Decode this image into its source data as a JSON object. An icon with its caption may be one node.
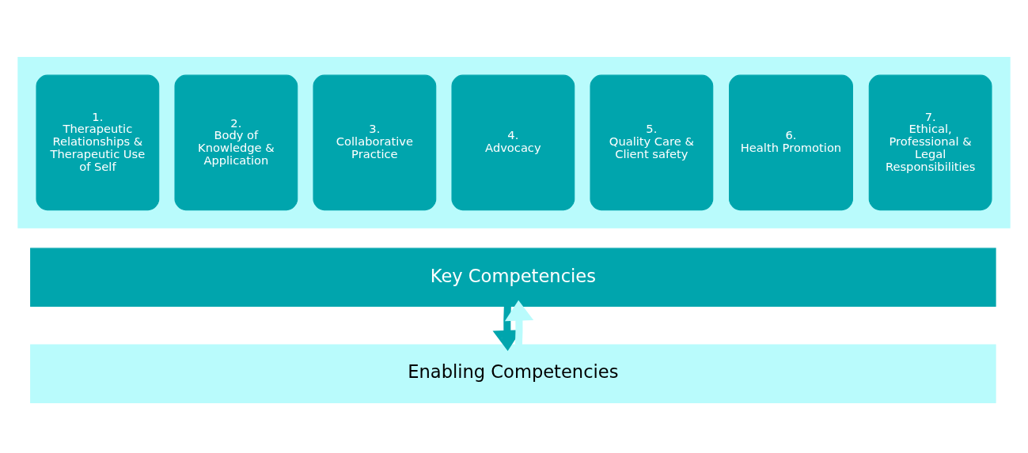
{
  "diagram": {
    "nodes": [
      {
        "text": [],
        "shape": "box"
      },
      {
        "text": [
          "1.",
          "Therapeutic Relationships & Therapeutic Use of Self"
        ],
        "in": 0
      },
      {
        "text": [
          "2.",
          "Body of Knowledge & Application"
        ],
        "in": 0
      },
      {
        "text": [
          "3.",
          "Collaborative Practice"
        ],
        "in": 0
      },
      {
        "text": [
          "4.",
          "Advocacy"
        ],
        "in": 0
      },
      {
        "text": [
          "5.",
          "Quality Care & Client safety"
        ],
        "in": 0
      },
      {
        "text": [
          "6.",
          "Health Promotion"
        ],
        "in": 0
      },
      {
        "text": [
          "7.",
          "Ethical, Professional & Legal Responsibilities"
        ],
        "in": 0
      },
      {
        "text": [
          "Key Competencies"
        ]
      },
      {
        "text": [
          "Enabling Competencies"
        ]
      }
    ],
    "edges": [
      {
        "from": 8,
        "to": 9,
        "arrow": "to",
        "color": "#00a5ad"
      },
      {
        "from": 9,
        "to": 8,
        "arrow": "to",
        "color": "#b9fbfc"
      }
    ]
  }
}
